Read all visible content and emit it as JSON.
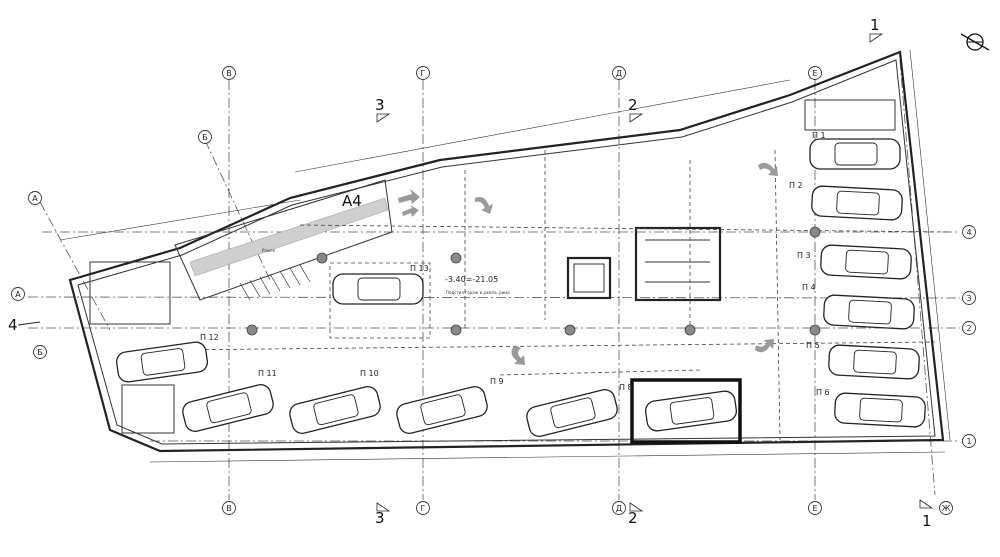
{
  "grid_axes_letters": [
    {
      "id": "axis-v",
      "label": "В"
    },
    {
      "id": "axis-g",
      "label": "Г"
    },
    {
      "id": "axis-d",
      "label": "Д"
    },
    {
      "id": "axis-e",
      "label": "Е"
    },
    {
      "id": "axis-zh",
      "label": "Ж"
    },
    {
      "id": "axis-b",
      "label": "Б"
    },
    {
      "id": "axis-a",
      "label": "А"
    }
  ],
  "grid_axes_numbers": [
    {
      "id": "axis-4",
      "label": "4"
    },
    {
      "id": "axis-3",
      "label": "3"
    },
    {
      "id": "axis-2",
      "label": "2"
    },
    {
      "id": "axis-1",
      "label": "1"
    }
  ],
  "section_marks": {
    "s1": "1",
    "s2": "2",
    "s3": "3",
    "s4": "4",
    "sA4": "А4"
  },
  "parking_labels": [
    "П 1",
    "П 2",
    "П 3",
    "П 4",
    "П 5",
    "П 6",
    "П 8",
    "П 9",
    "П 10",
    "П 11",
    "П 12",
    "П 13"
  ],
  "elevation": "-3.40=-21.05",
  "notes": {
    "ramp_note": "Подстил гараж и рампа, рима",
    "zone_note": "Рампа"
  }
}
